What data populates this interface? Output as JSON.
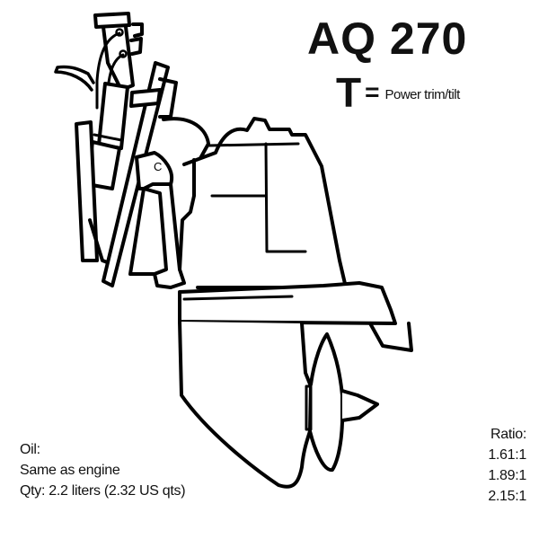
{
  "diagram": {
    "model": "AQ 270",
    "legend": {
      "letter": "T",
      "equals": "=",
      "description": "Power trim/tilt"
    },
    "callout": "C",
    "oil": {
      "label": "Oil:",
      "type": "Same as engine",
      "quantity": "Qty: 2.2 liters (2.32 US qts)"
    },
    "ratio": {
      "label": "Ratio:",
      "values": [
        "1.61:1",
        "1.89:1",
        "2.15:1"
      ]
    },
    "line_color": "#000000",
    "background": "#ffffff"
  }
}
